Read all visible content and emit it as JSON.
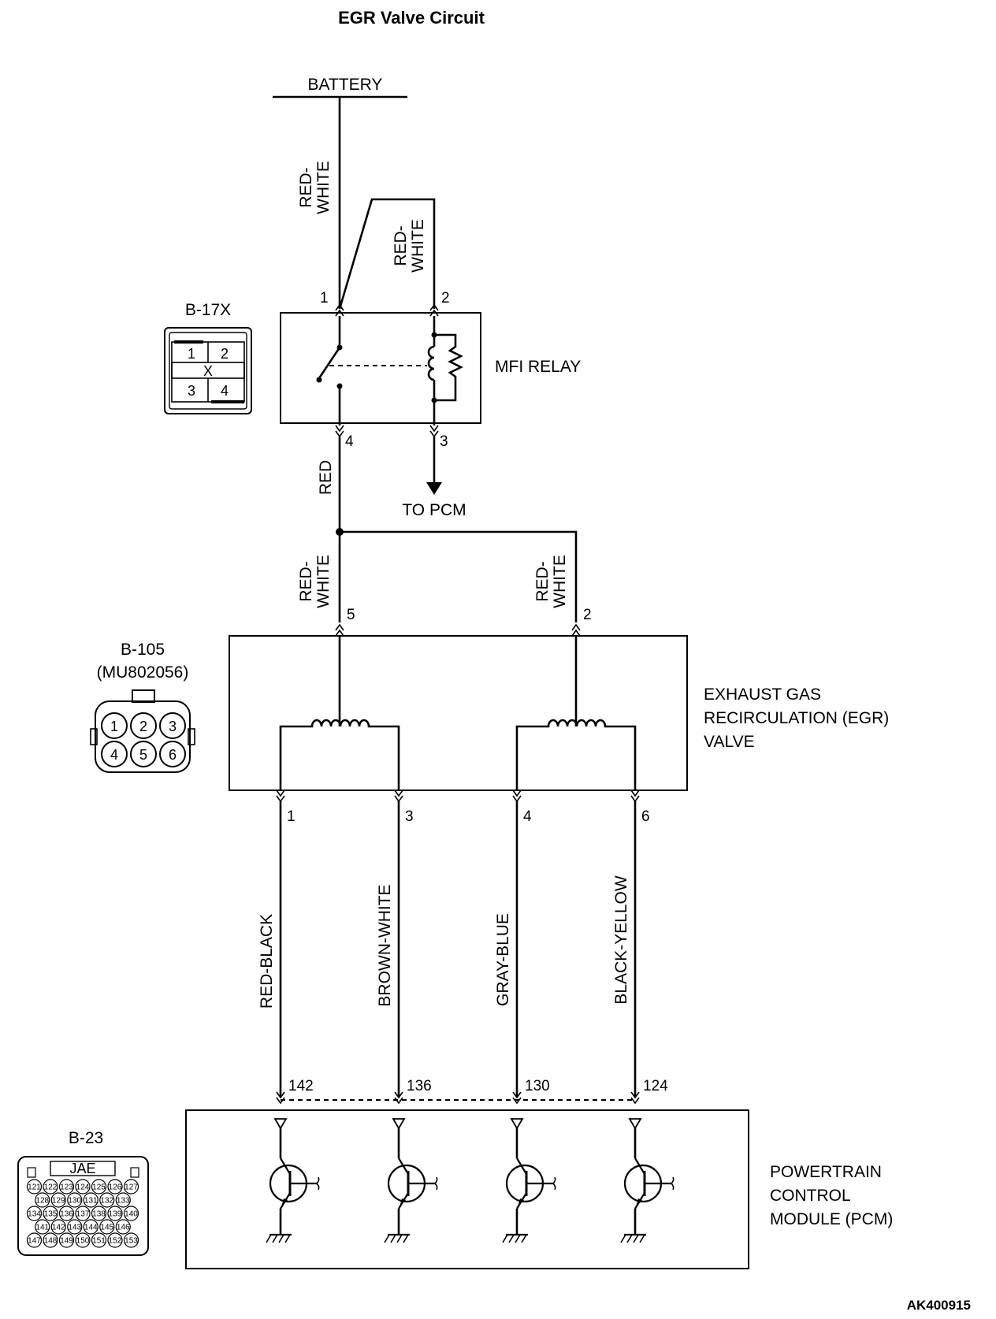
{
  "title": "EGR Valve Circuit",
  "figure_code": "AK400915",
  "battery_label": "BATTERY",
  "to_pcm_label": "TO PCM",
  "relay": {
    "connector_id": "B-17X",
    "name": "MFI RELAY",
    "connector_pins": [
      "1",
      "2",
      "3",
      "4"
    ],
    "connector_mark": "X",
    "pins": {
      "p1": "1",
      "p2": "2",
      "p3": "3",
      "p4": "4"
    }
  },
  "egr_valve": {
    "connector_id": "B-105",
    "part_number": "(MU802056)",
    "name_lines": [
      "EXHAUST GAS",
      "RECIRCULATION (EGR)",
      "VALVE"
    ],
    "connector_pins": [
      "1",
      "2",
      "3",
      "4",
      "5",
      "6"
    ],
    "pins": {
      "p5": "5",
      "p2": "2",
      "p1": "1",
      "p3": "3",
      "p4": "4",
      "p6": "6"
    }
  },
  "pcm": {
    "connector_id": "B-23",
    "connector_label": "JAE",
    "name_lines": [
      "POWERTRAIN",
      "CONTROL",
      "MODULE (PCM)"
    ],
    "connector_pin_rows": [
      [
        "121",
        "122",
        "123",
        "124",
        "125",
        "126",
        "127"
      ],
      [
        "128",
        "129",
        "130",
        "131",
        "132",
        "133"
      ],
      [
        "134",
        "135",
        "136",
        "137",
        "138",
        "139",
        "140"
      ],
      [
        "141",
        "142",
        "143",
        "144",
        "145",
        "146"
      ],
      [
        "147",
        "148",
        "149",
        "150",
        "151",
        "152",
        "153"
      ]
    ],
    "pins": [
      "142",
      "136",
      "130",
      "124"
    ]
  },
  "wires": {
    "battery_feed": [
      "RED-",
      "WHITE"
    ],
    "relay_coil_feed": [
      "RED-",
      "WHITE"
    ],
    "relay_output": "RED",
    "egr_feed_left": [
      "RED-",
      "WHITE"
    ],
    "egr_feed_right": [
      "RED-",
      "WHITE"
    ],
    "pin1": "RED-BLACK",
    "pin3": "BROWN-WHITE",
    "pin4": "GRAY-BLUE",
    "pin6": "BLACK-YELLOW"
  }
}
